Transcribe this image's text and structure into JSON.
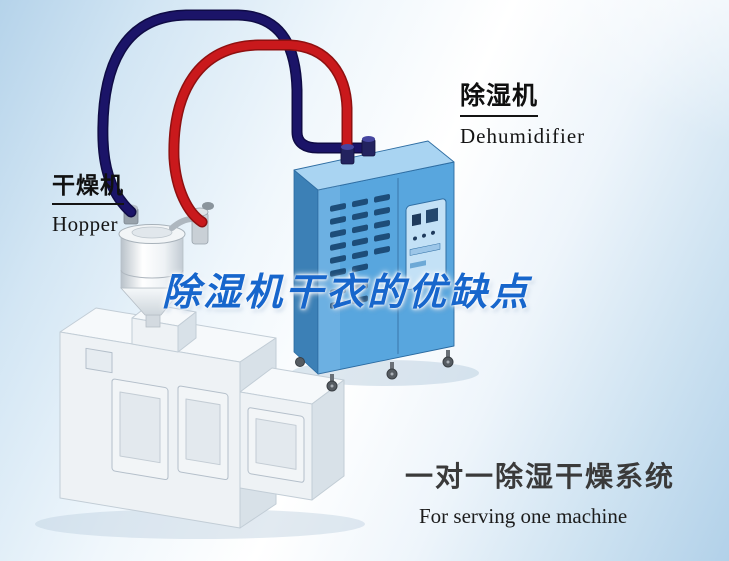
{
  "title": {
    "text": "除湿机干衣的优缺点",
    "color": "#1766cc"
  },
  "labels": {
    "hopper": {
      "zh": "干燥机",
      "en": "Hopper"
    },
    "dehumidifier": {
      "zh": "除湿机",
      "en": "Dehumidifier"
    },
    "system": {
      "zh": "一对一除湿干燥系统",
      "en": "For serving one machine"
    }
  },
  "illustration": {
    "pipes": {
      "red": "#c9191c",
      "navy": "#1b1468"
    },
    "cabinet": {
      "front": "#58a6de",
      "top": "#a9d4f2",
      "side": "#3c80b6",
      "panel": "#c3e1f6",
      "vents": "#1d4d79"
    },
    "machine_body": "#eef2f5",
    "hopper_body": "#f4f7f9"
  }
}
